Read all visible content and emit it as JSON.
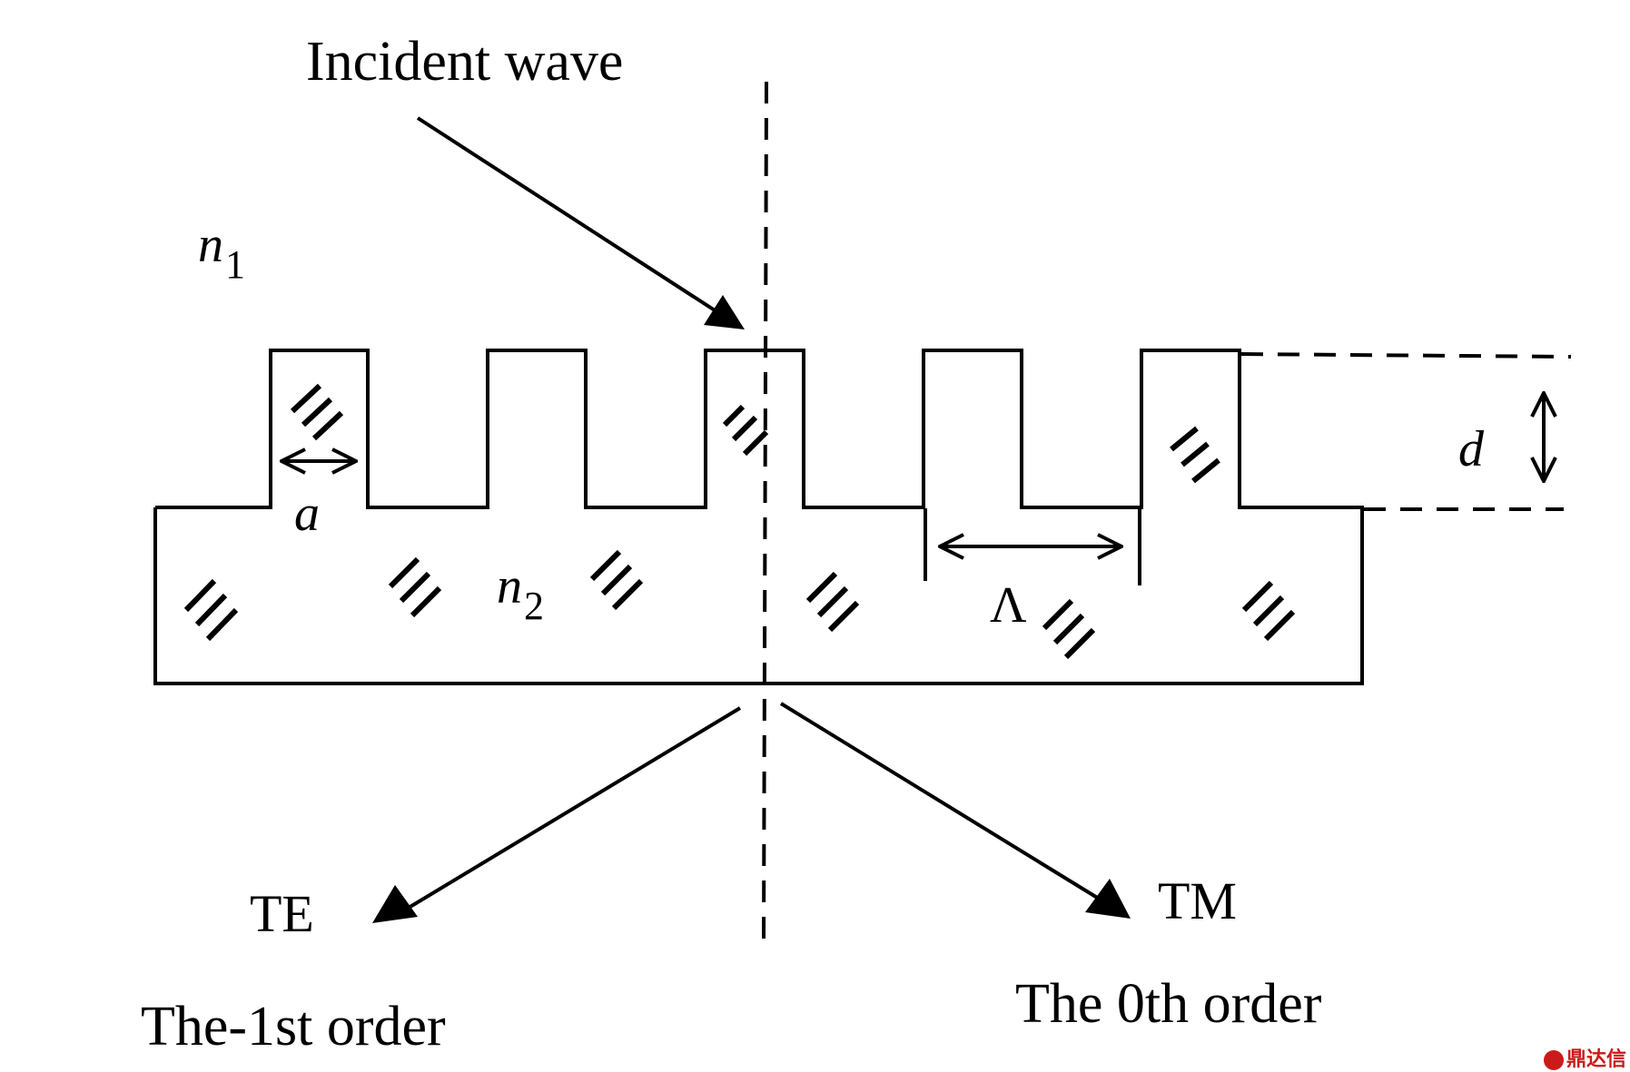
{
  "labels": {
    "incident": "Incident wave",
    "n1_base": "n",
    "n1_sub": "1",
    "n2_base": "n",
    "n2_sub": "2",
    "a": "a",
    "d": "d",
    "period": "Λ",
    "te": "TE",
    "tm": "TM",
    "order_minus1": "The-1st order",
    "order_zero": "The 0th order"
  },
  "watermark": "鼎达信"
}
